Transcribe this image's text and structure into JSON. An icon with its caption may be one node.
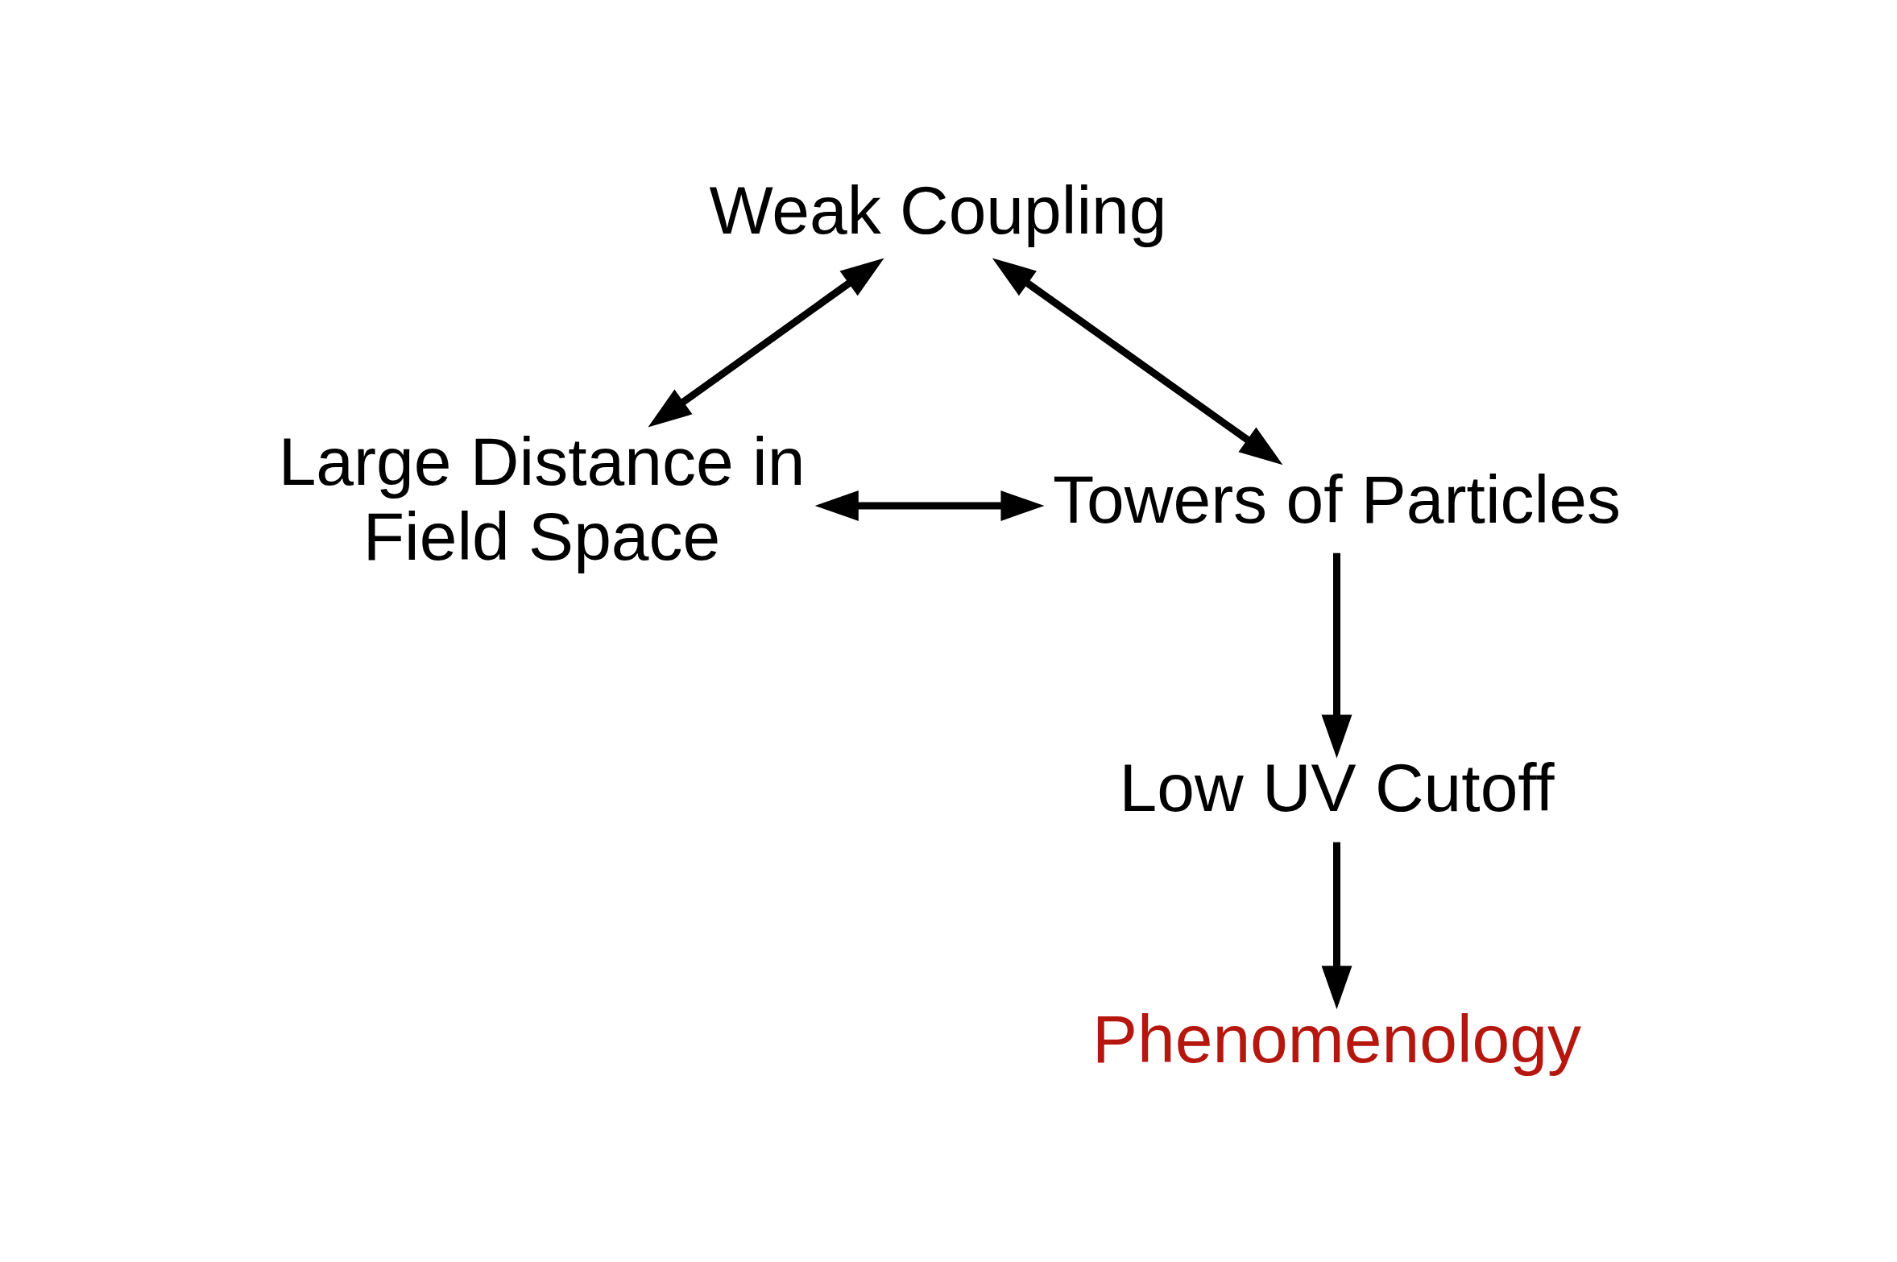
{
  "diagram": {
    "nodes": [
      {
        "text": [
          "Weak Coupling"
        ]
      },
      {
        "text": [
          "Large Distance in Field Space"
        ]
      },
      {
        "text": [
          "Towers of Particles"
        ]
      },
      {
        "text": [
          "Low UV Cutoff"
        ]
      },
      {
        "text": [
          "Phenomenology"
        ]
      }
    ],
    "edges": [
      {
        "from": 0,
        "to": 1,
        "arrow": "both"
      },
      {
        "from": 0,
        "to": 2,
        "arrow": "both"
      },
      {
        "from": 1,
        "to": 2,
        "arrow": "both"
      },
      {
        "from": 2,
        "to": 3,
        "arrow": "to"
      },
      {
        "from": 3,
        "to": 4,
        "arrow": "to"
      }
    ]
  }
}
